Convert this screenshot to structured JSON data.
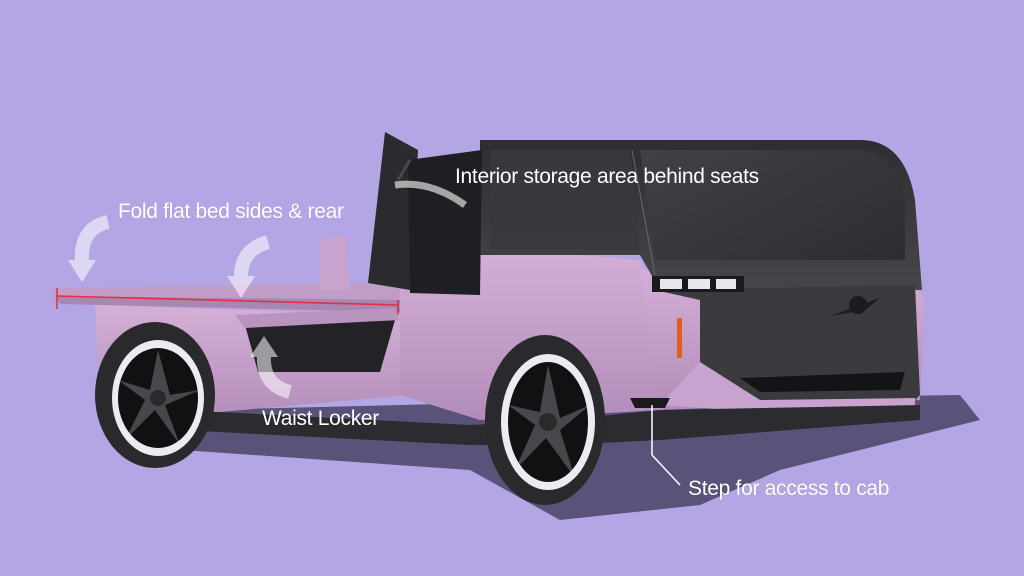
{
  "image": {
    "subject": "Pink-lilac electric pickup truck concept rendering with annotated features",
    "background_color": "#b4a6e4",
    "body_color": "#c9a3cf",
    "dark_panel_color": "#3b3a3f",
    "accent_line_color": "#e0304a",
    "indicator_color": "#e0601a"
  },
  "annotations": {
    "interior_storage": "Interior storage area behind seats",
    "fold_flat": "Fold flat bed sides & rear",
    "waist_locker": "Waist Locker",
    "step_access": "Step for access to cab"
  }
}
